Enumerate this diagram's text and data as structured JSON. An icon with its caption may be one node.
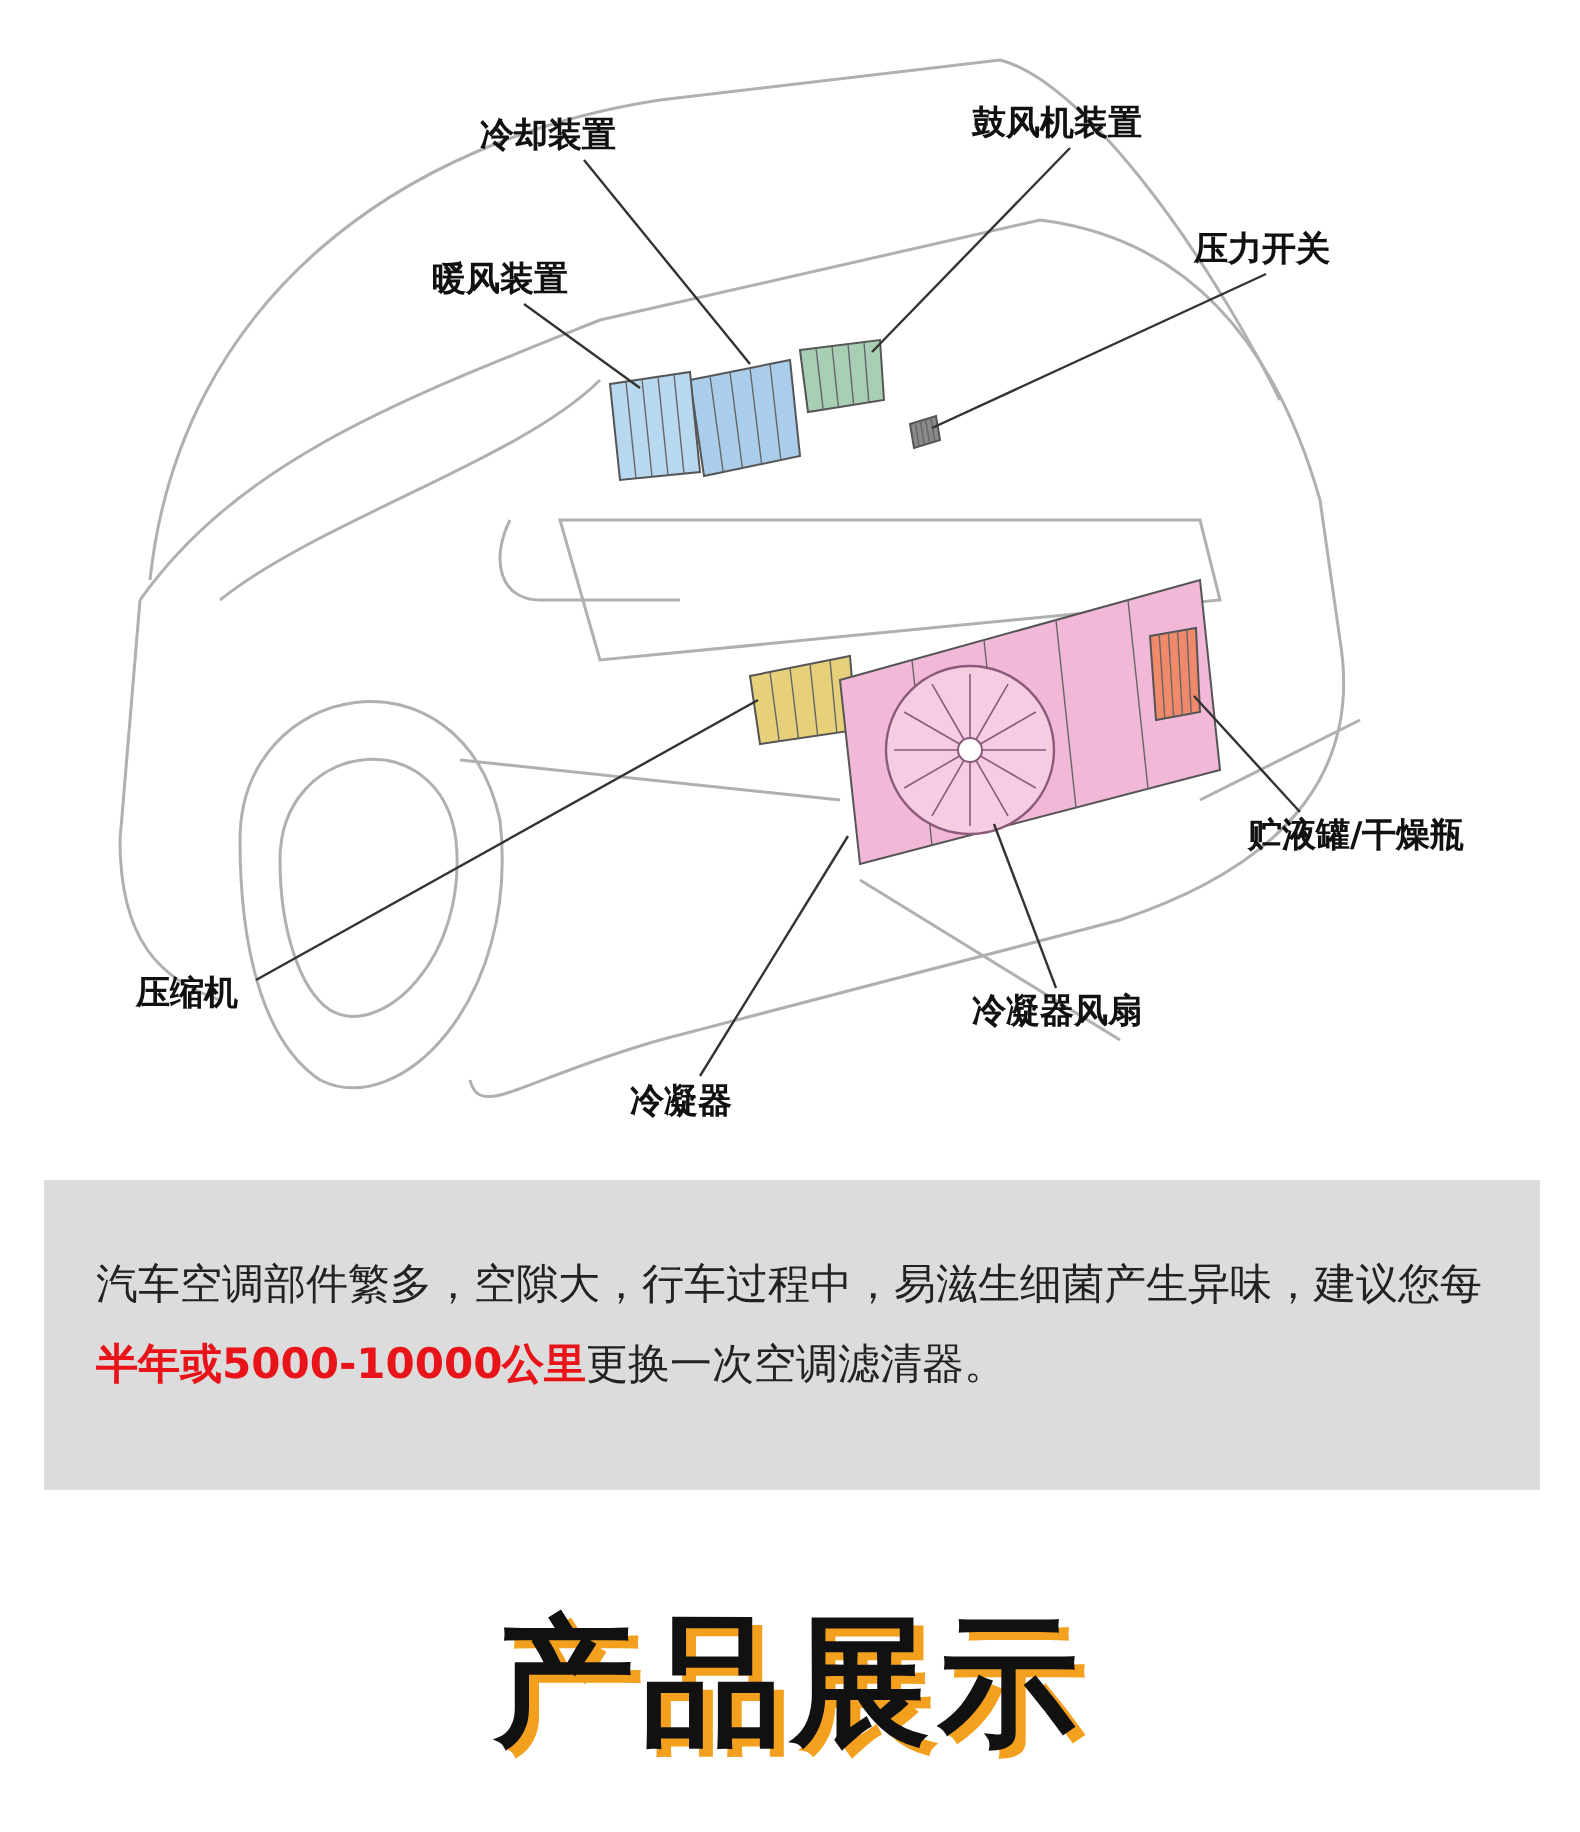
{
  "diagram": {
    "nodes": [
      {
        "text": [
          "冷却装置"
        ]
      },
      {
        "text": [
          "鼓风机装置"
        ]
      },
      {
        "text": [
          "暖风装置"
        ]
      },
      {
        "text": [
          "压力开关"
        ]
      },
      {
        "text": [
          "贮液罐/干燥瓶"
        ]
      },
      {
        "text": [
          "压缩机"
        ]
      },
      {
        "text": [
          "冷凝器风扇"
        ]
      },
      {
        "text": [
          "冷凝器"
        ]
      },
      {
        "text": [],
        "shape": "picture"
      },
      {
        "text": [],
        "shape": "picture"
      },
      {
        "text": [],
        "shape": "picture"
      },
      {
        "text": [],
        "shape": "picture"
      },
      {
        "text": [],
        "shape": "picture",
        "in": 15
      },
      {
        "text": [],
        "shape": "picture"
      },
      {
        "text": [],
        "shape": "picture",
        "in": 15
      },
      {
        "text": [],
        "shape": "picture"
      }
    ],
    "edges": [
      {
        "from": 0,
        "to": 8,
        "arrow": "none"
      },
      {
        "from": 1,
        "to": 9,
        "arrow": "none"
      },
      {
        "from": 2,
        "to": 10,
        "arrow": "none"
      },
      {
        "from": 3,
        "to": 11,
        "arrow": "none"
      },
      {
        "from": 4,
        "to": 14,
        "arrow": "none"
      },
      {
        "from": 5,
        "to": 13,
        "arrow": "none"
      },
      {
        "from": 6,
        "to": 12,
        "arrow": "none"
      },
      {
        "from": 7,
        "to": 15,
        "arrow": "none"
      }
    ],
    "labels": [
      "汽车空调部件繁多，空隙大，行车过程中，易滋生细菌产生异味，建议您每**半年或5000-10000公里**更换一次空调滤清器。",
      "产品展示"
    ]
  }
}
